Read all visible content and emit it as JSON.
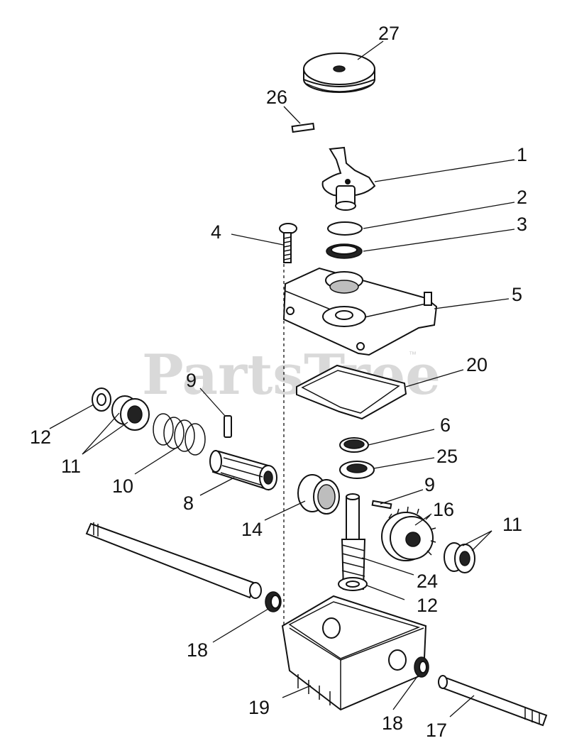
{
  "watermark": {
    "text": "PartsTree",
    "trademark": "™"
  },
  "callouts": [
    {
      "label": "27"
    },
    {
      "label": "26"
    },
    {
      "label": "1"
    },
    {
      "label": "2"
    },
    {
      "label": "3"
    },
    {
      "label": "4"
    },
    {
      "label": "5"
    },
    {
      "label": "20"
    },
    {
      "label": "9"
    },
    {
      "label": "12"
    },
    {
      "label": "11"
    },
    {
      "label": "10"
    },
    {
      "label": "8"
    },
    {
      "label": "6"
    },
    {
      "label": "25"
    },
    {
      "label": "14"
    },
    {
      "label": "9"
    },
    {
      "label": "16"
    },
    {
      "label": "11"
    },
    {
      "label": "24"
    },
    {
      "label": "12"
    },
    {
      "label": "18"
    },
    {
      "label": "19"
    },
    {
      "label": "18"
    },
    {
      "label": "17"
    }
  ]
}
